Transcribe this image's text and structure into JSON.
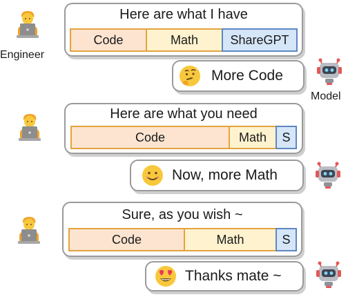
{
  "roles": {
    "engineer": "Engineer",
    "model": "Model"
  },
  "turn1": {
    "text": "Here are what I have",
    "bars": [
      {
        "label": "Code"
      },
      {
        "label": "Math"
      },
      {
        "label": "ShareGPT"
      }
    ]
  },
  "reply1": {
    "text": "More Code",
    "emoji": "thinking-face"
  },
  "turn2": {
    "text": "Here are what you need",
    "bars": [
      {
        "label": "Code"
      },
      {
        "label": "Math"
      },
      {
        "label": "S"
      }
    ]
  },
  "reply2": {
    "text": "Now, more Math",
    "emoji": "smiling-face"
  },
  "turn3": {
    "text": "Sure, as you wish ~",
    "bars": [
      {
        "label": "Code"
      },
      {
        "label": "Math"
      },
      {
        "label": "S"
      }
    ]
  },
  "reply3": {
    "text": "Thanks mate ~",
    "emoji": "heart-eyes-face"
  },
  "colors": {
    "code_fill": "#fde4d0",
    "math_fill": "#fff3cf",
    "sharegpt_fill": "#d6e6f9",
    "orange_border": "#e3a33c",
    "blue_border": "#5d86c3"
  }
}
